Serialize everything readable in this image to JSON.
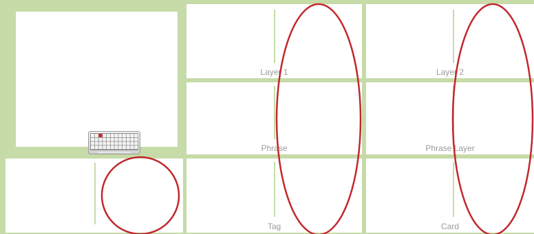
{
  "panels": {
    "layer1": {
      "label": "Layer 1"
    },
    "layer2": {
      "label": "Layer 2"
    },
    "phrase": {
      "label": "Phrase"
    },
    "phrase_layer": {
      "label": "Phrase Layer"
    },
    "tag": {
      "label": "Tag"
    },
    "card": {
      "label": "Card"
    }
  },
  "colors": {
    "frame": "#c6dba7",
    "annotation_circle": "#c1272d",
    "label_text": "#9a9a9a"
  },
  "icons": {
    "keyboard": "keyboard-icon"
  }
}
